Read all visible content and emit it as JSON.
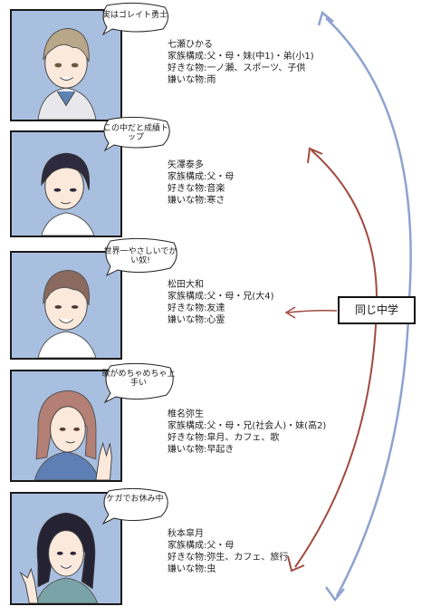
{
  "characters": [
    {
      "speech": "実はゴレイト勇士",
      "name": "七瀬ひかる",
      "family": "家族構成:父・母・妹(中1)・弟(小1)",
      "likes": "好きな物:一ノ瀬、スポーツ、子供",
      "dislikes": "嫌いな物:雨"
    },
    {
      "speech": "この中だと成績トップ",
      "name": "矢澤泰多",
      "family": "家族構成:父・母",
      "likes": "好きな物:音楽",
      "dislikes": "嫌いな物:寒さ"
    },
    {
      "speech": "世界一やさしいでかい奴!",
      "name": "松田大和",
      "family": "家族構成:父・母・兄(大4)",
      "likes": "好きな物:友達",
      "dislikes": "嫌いな物:心霊"
    },
    {
      "speech": "歌がめちゃめちゃ上手い",
      "name": "椎名弥生",
      "family": "家族構成:父・母・兄(社会人)・妹(高2)",
      "likes": "好きな物:皐月、カフェ、歌",
      "dislikes": "嫌いな物:早起き"
    },
    {
      "speech": "ケガでお休み中",
      "name": "秋本皐月",
      "family": "家族構成:父・母",
      "likes": "好きな物:弥生、カフェ、旅行",
      "dislikes": "嫌いな物:虫"
    }
  ],
  "group_label": "同じ中学",
  "colors": {
    "panel_bg": "#a9bfe0",
    "arrow_blue": "#8ea2cf",
    "arrow_red": "#a04a3e",
    "line": "#1a1a1a"
  }
}
